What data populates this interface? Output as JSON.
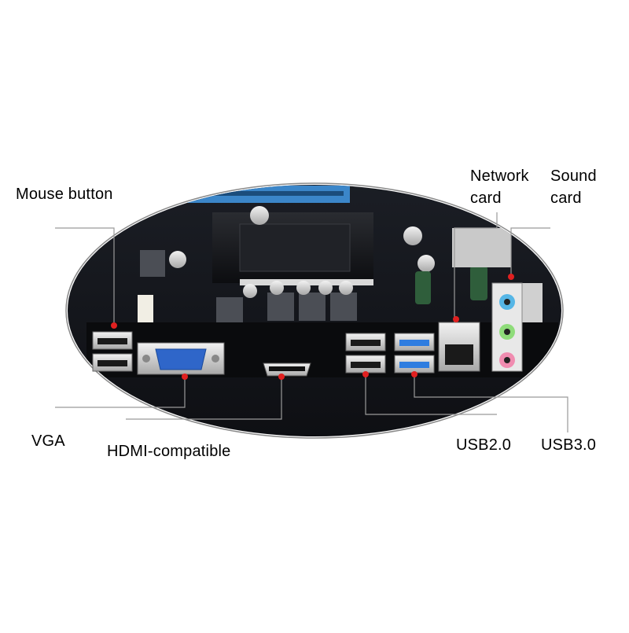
{
  "labels": {
    "mouse_button": "Mouse button",
    "network_card_line1": "Network",
    "network_card_line2": "card",
    "sound_card_line1": "Sound",
    "sound_card_line2": "card",
    "vga": "VGA",
    "hdmi": "HDMI-compatible",
    "usb2": "USB2.0",
    "usb3": "USB3.0"
  },
  "colors": {
    "background": "#ffffff",
    "board": "#14161b",
    "leader_line": "#9a9a9a",
    "marker": "#e02020",
    "vga_port": "#2f66c9",
    "usb3_port": "#2f7de0",
    "audio_blue": "#56b6e6",
    "audio_green": "#8fdc7a",
    "audio_pink": "#f08cb0"
  }
}
